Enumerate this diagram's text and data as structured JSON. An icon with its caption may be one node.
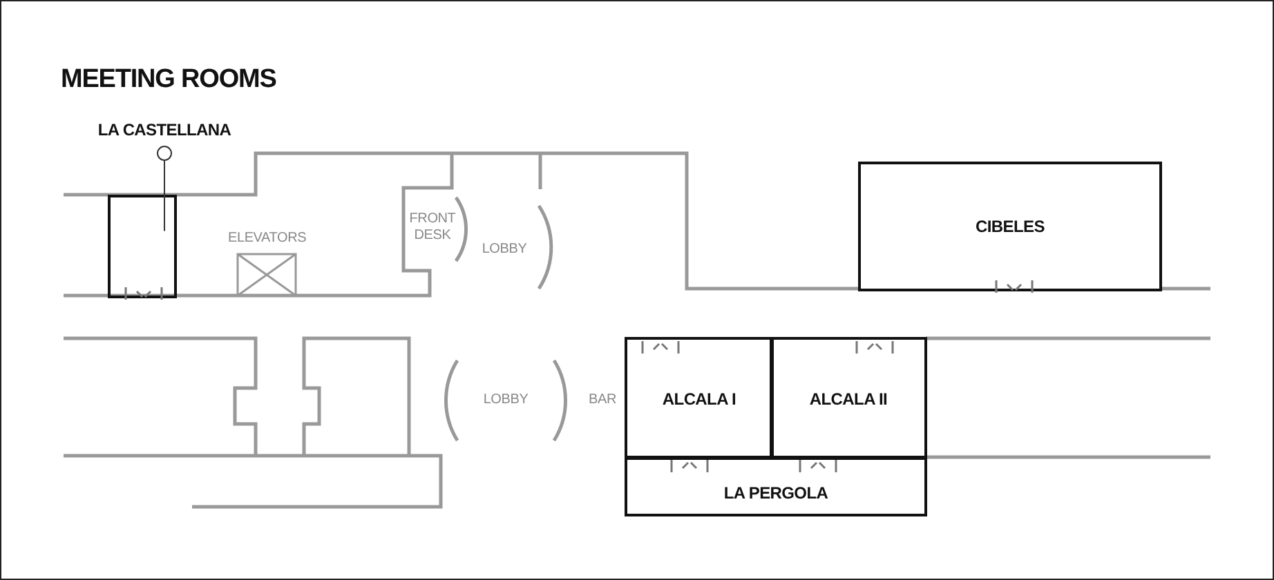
{
  "diagram": {
    "title": "MEETING ROOMS",
    "nodes": [
      {
        "text": [
          "LA CASTELLANA"
        ]
      },
      {
        "text": [],
        "shape": "box"
      },
      {
        "text": [
          "ELEVATORS"
        ]
      },
      {
        "text": [
          "CIBELES"
        ]
      },
      {
        "text": [
          "ALCALA I"
        ]
      },
      {
        "text": [
          "ALCALA II"
        ]
      },
      {
        "text": [
          "LA PERGOLA"
        ]
      }
    ],
    "edges": [
      {
        "from": 0,
        "to": 1,
        "arrow": "other"
      }
    ],
    "labels": [
      "FRONT DESK",
      "LOBBY",
      "LOBBY",
      "BAR"
    ]
  }
}
